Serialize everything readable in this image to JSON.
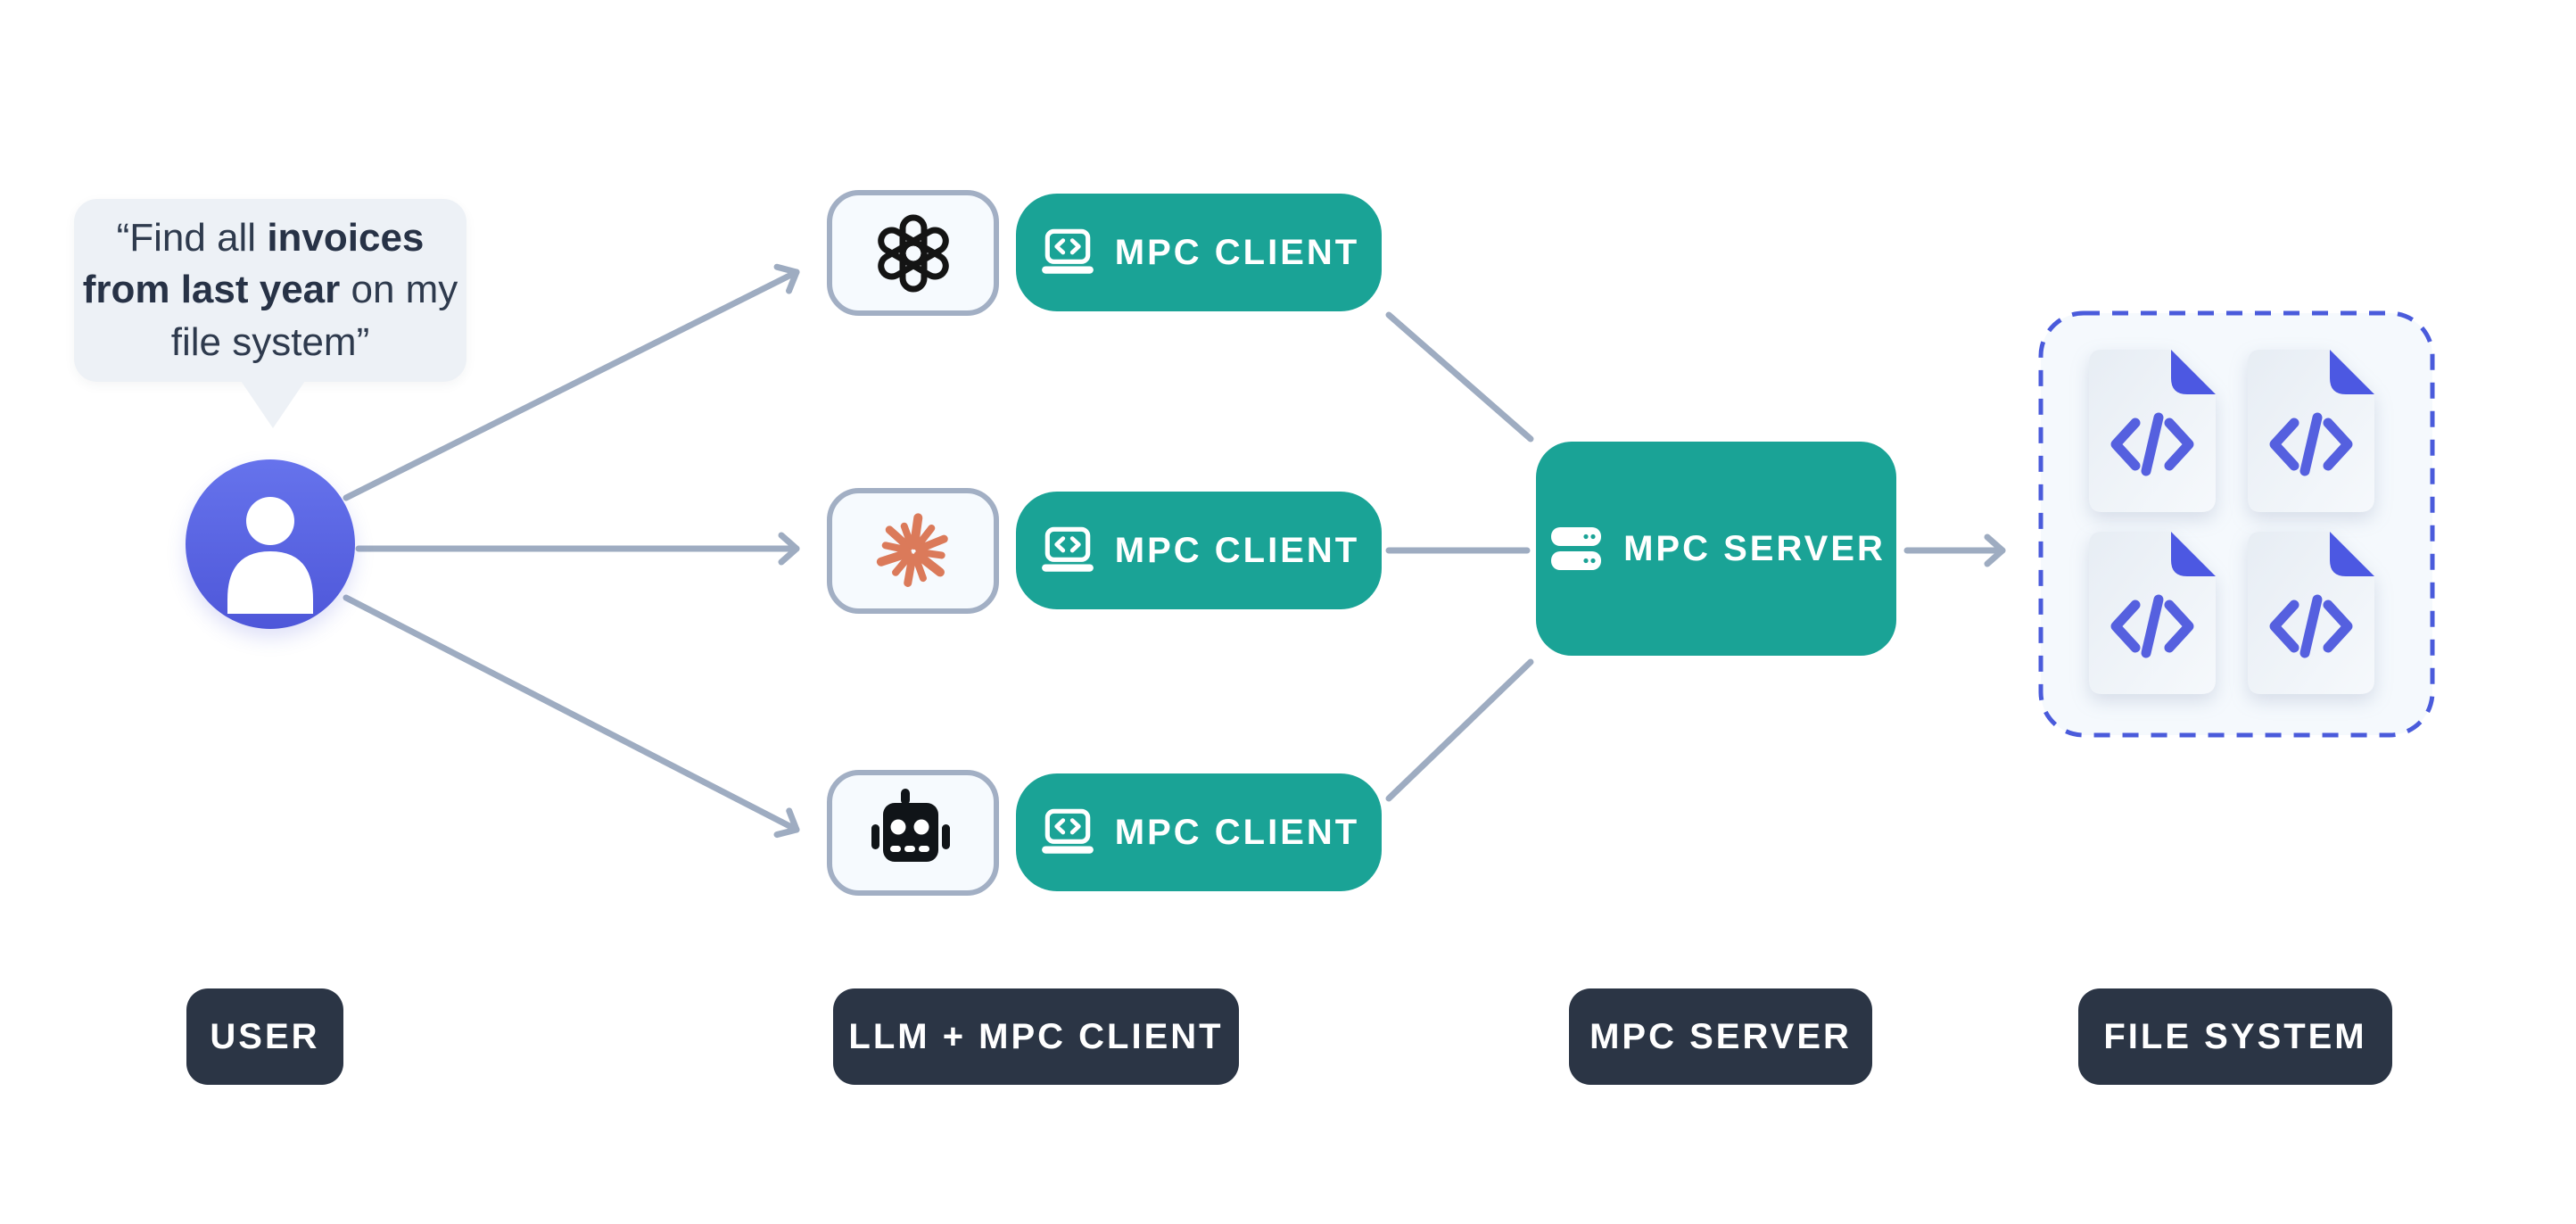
{
  "speech_bubble": {
    "prefix": "“Find all ",
    "bold": "invoices from last year",
    "suffix": " on my file system”"
  },
  "clients": [
    {
      "llm": "openai",
      "label": "MPC CLIENT"
    },
    {
      "llm": "anthropic",
      "label": "MPC CLIENT"
    },
    {
      "llm": "robot",
      "label": "MPC CLIENT"
    }
  ],
  "server_node": {
    "label": "MPC SERVER"
  },
  "file_system": {
    "file_count": 4
  },
  "legend": [
    {
      "label": "USER"
    },
    {
      "label": "LLM + MPC CLIENT"
    },
    {
      "label": "MPC SERVER"
    },
    {
      "label": "FILE SYSTEM"
    }
  ],
  "colors": {
    "teal": "#1AA396",
    "navy": "#2B3545",
    "arrow_gray": "#9EACC1",
    "indigo": "#5560DF",
    "avatar_indigo": "#5B65E5",
    "star_orange": "#DB7A5A",
    "bubble_bg": "#EDF1F6",
    "card_border": "#A2AFC4"
  }
}
